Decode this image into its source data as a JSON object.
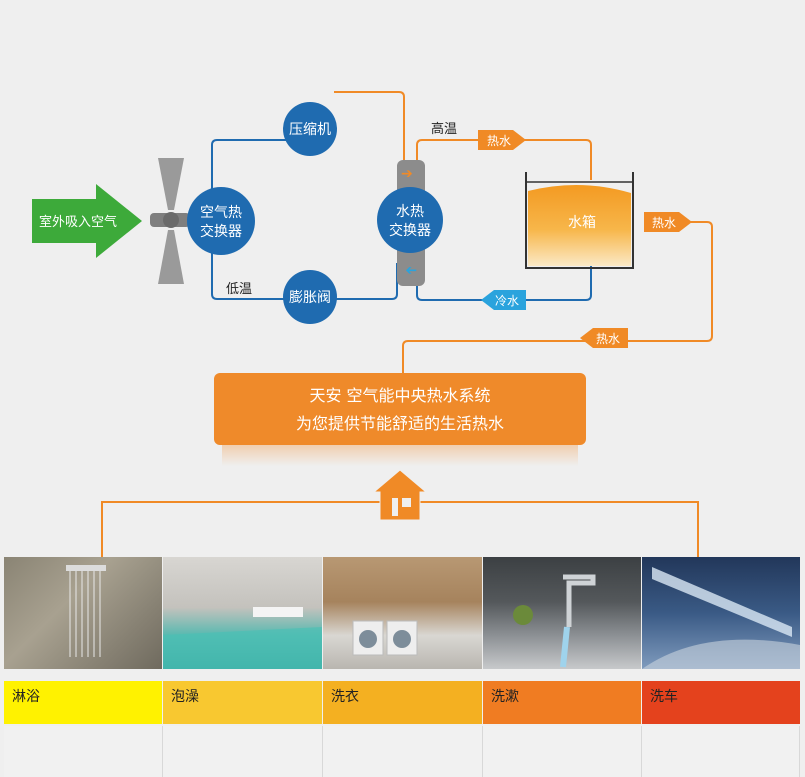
{
  "diagram": {
    "air_in": "室外吸入空气",
    "air_exchanger": [
      "空气热",
      "交换器"
    ],
    "compressor": "压缩机",
    "expansion_valve": "膨胀阀",
    "water_exchanger": [
      "水热",
      "交换器"
    ],
    "high_temp": "高温",
    "low_temp": "低温",
    "water_tank": "水箱",
    "hot_water_1": "热水",
    "hot_water_2": "热水",
    "hot_water_3": "热水",
    "cold_water": "冷水"
  },
  "banner": {
    "line1": "天安  空气能中央热水系统",
    "line2": "为您提供节能舒适的生活热水"
  },
  "colors": {
    "blue": "#1f6bb0",
    "orange": "#f08a26",
    "banner": "#ef8a2a",
    "green": "#3daa3a",
    "cold": "#2aa3dd"
  },
  "categories": [
    {
      "label": "淋浴",
      "color": "#fff200"
    },
    {
      "label": "泡澡",
      "color": "#f8c830"
    },
    {
      "label": "洗衣",
      "color": "#f4b021"
    },
    {
      "label": "洗漱",
      "color": "#f07c22"
    },
    {
      "label": "洗车",
      "color": "#e4421d"
    }
  ]
}
